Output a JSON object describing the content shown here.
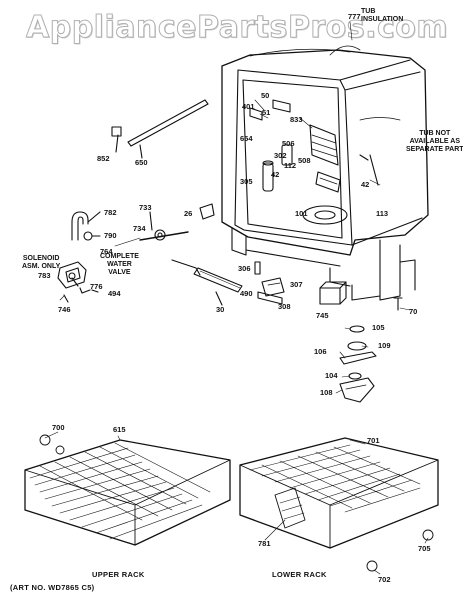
{
  "watermark": "AppliancePartsPros.com",
  "notes": {
    "tub_insulation": "TUB\nINSULATION",
    "tub_not_available": "TUB NOT\nAVAILABLE AS\nSEPARATE PART",
    "solenoid": "SOLENOID\nASM. ONLY",
    "complete_valve": "COMPLETE\nWATER\nVALVE"
  },
  "parts": {
    "p777": "777",
    "p50": "50",
    "p401": "401",
    "p51": "51",
    "p833": "833",
    "p654": "654",
    "p506": "506",
    "p302": "302",
    "p112": "112",
    "p508": "508",
    "p42a": "42",
    "p305": "305",
    "p42b": "42",
    "p113": "113",
    "p101": "101",
    "p852": "852",
    "p650": "650",
    "p782": "782",
    "p790": "790",
    "p733": "733",
    "p26": "26",
    "p734": "734",
    "p764": "764",
    "p783": "783",
    "p776": "776",
    "p494": "494",
    "p746": "746",
    "p30": "30",
    "p306": "306",
    "p307": "307",
    "p490": "490",
    "p308": "308",
    "p745": "745",
    "p70": "70",
    "p105": "105",
    "p109": "109",
    "p106": "106",
    "p104": "104",
    "p108": "108",
    "p700": "700",
    "p615": "615",
    "p701": "701",
    "p781": "781",
    "p705": "705",
    "p702": "702"
  },
  "captions": {
    "upper_rack": "UPPER RACK",
    "lower_rack": "LOWER RACK",
    "art_no": "(ART NO. WD7865 C5)"
  }
}
